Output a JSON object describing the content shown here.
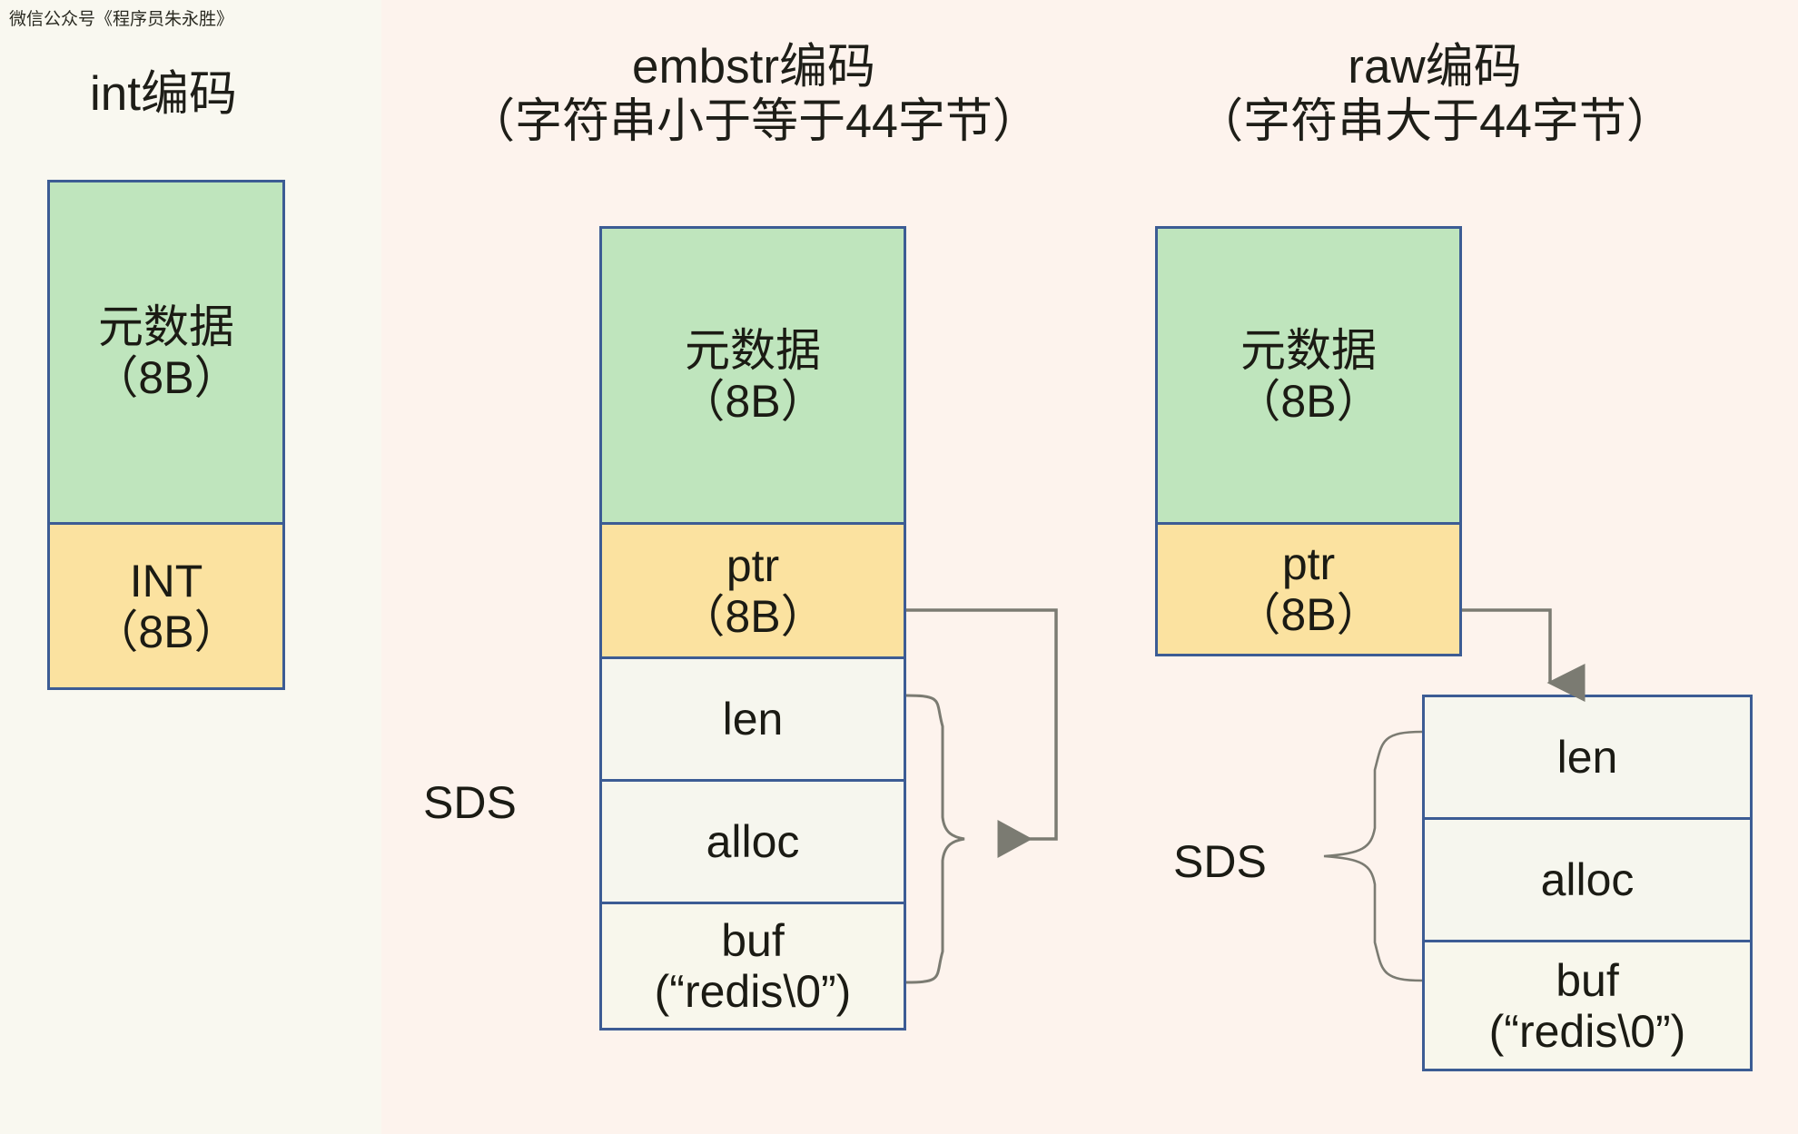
{
  "watermark": "微信公众号《程序员朱永胜》",
  "colors": {
    "bg_left": "#f9f8f0",
    "bg_right": "#fdf3ed",
    "box_border": "#3c5c94",
    "meta_fill": "#bfe5bd",
    "amber_fill": "#fbe2a0",
    "plain_fill": "#f6f6ee",
    "connector": "#7b7b72",
    "text": "#1b1b14"
  },
  "columns": [
    {
      "key": "int",
      "title": "int编码",
      "subtitle": "",
      "cells": [
        {
          "name": "metadata",
          "line1": "元数据",
          "line2": "（8B）",
          "style": "meta"
        },
        {
          "name": "int-value",
          "line1": "INT",
          "line2": "（8B）",
          "style": "amber"
        }
      ]
    },
    {
      "key": "embstr",
      "title": "embstr编码",
      "subtitle": "（字符串小于等于44字节）",
      "cells": [
        {
          "name": "metadata",
          "line1": "元数据",
          "line2": "（8B）",
          "style": "meta"
        },
        {
          "name": "ptr",
          "line1": "ptr",
          "line2": "（8B）",
          "style": "amber"
        },
        {
          "name": "len",
          "line1": "len",
          "line2": "",
          "style": "plain"
        },
        {
          "name": "alloc",
          "line1": "alloc",
          "line2": "",
          "style": "plain"
        },
        {
          "name": "buf",
          "line1": "buf",
          "line2": "(“redis\\0”)",
          "style": "plain-buf"
        }
      ],
      "sds_label": "SDS"
    },
    {
      "key": "raw",
      "title": "raw编码",
      "subtitle": "（字符串大于44字节）",
      "cells": [
        {
          "name": "metadata",
          "line1": "元数据",
          "line2": "（8B）",
          "style": "meta"
        },
        {
          "name": "ptr",
          "line1": "ptr",
          "line2": "（8B）",
          "style": "amber"
        }
      ],
      "sds_cells": [
        {
          "name": "len",
          "line1": "len",
          "line2": "",
          "style": "plain"
        },
        {
          "name": "alloc",
          "line1": "alloc",
          "line2": "",
          "style": "plain"
        },
        {
          "name": "buf",
          "line1": "buf",
          "line2": "(“redis\\0”)",
          "style": "plain-buf"
        }
      ],
      "sds_label": "SDS"
    }
  ]
}
